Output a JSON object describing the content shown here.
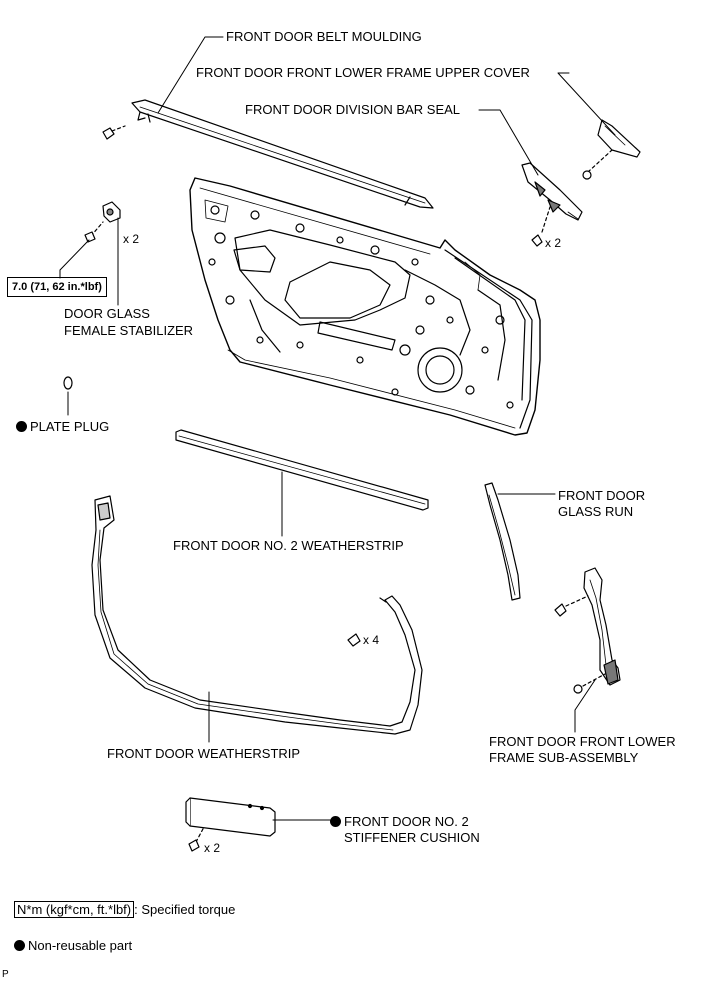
{
  "labels": {
    "belt_moulding": "FRONT DOOR BELT MOULDING",
    "lower_frame_upper_cover": "FRONT DOOR FRONT LOWER FRAME UPPER COVER",
    "division_bar_seal": "FRONT DOOR DIVISION BAR SEAL",
    "door_glass_stabilizer_line1": "DOOR GLASS",
    "door_glass_stabilizer_line2": "FEMALE STABILIZER",
    "plate_plug": "PLATE PLUG",
    "no2_weatherstrip": "FRONT DOOR NO. 2 WEATHERSTRIP",
    "glass_run_line1": "FRONT DOOR",
    "glass_run_line2": "GLASS RUN",
    "weatherstrip": "FRONT DOOR WEATHERSTRIP",
    "lower_frame_line1": "FRONT DOOR FRONT LOWER",
    "lower_frame_line2": "FRAME SUB-ASSEMBLY",
    "stiffener_line1": "FRONT DOOR NO. 2",
    "stiffener_line2": "STIFFENER CUSHION"
  },
  "quantities": {
    "stabilizer_bolts": "x 2",
    "division_clips": "x 2",
    "weatherstrip_clips": "x 4",
    "stiffener_clips": "x 2"
  },
  "torque": "7.0 (71, 62 in.*lbf)",
  "legend": {
    "torque_unit": "N*m (kgf*cm, ft.*lbf)",
    "torque_desc": ": Specified torque",
    "nonreusable": "Non-reusable part"
  },
  "footer_mark": "P"
}
